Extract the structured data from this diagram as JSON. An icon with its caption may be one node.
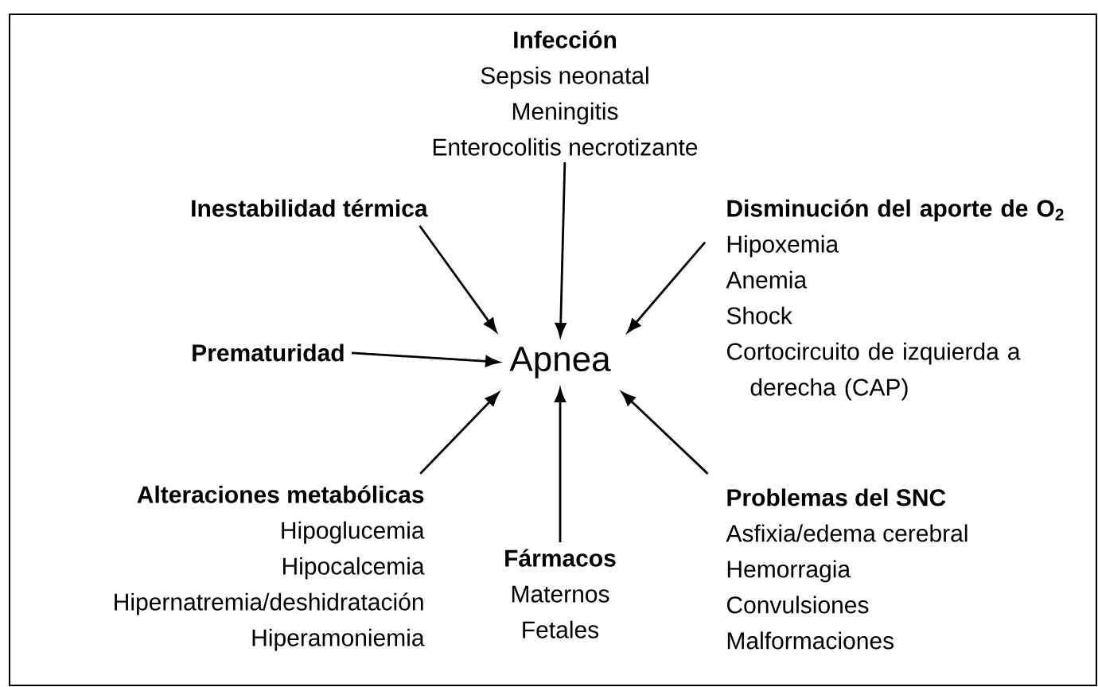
{
  "diagram": {
    "nodes": [
      {
        "text": [
          "Infección",
          "Sepsis neonatal",
          "Meningitis",
          "Enterocolitis necrotizante"
        ]
      },
      {
        "text": [
          "Inestabilidad térmica"
        ]
      },
      {
        "text": [
          "Disminución del aporte de O$_{2}$",
          "Hipoxemia",
          "Anemia",
          "Shock",
          "Cortocircuito de izquierda a derecha (CAP)"
        ]
      },
      {
        "text": [
          "Prematuridad"
        ]
      },
      {
        "text": [
          "Apnea"
        ]
      },
      {
        "text": [
          "Alteraciones metabólicas",
          "Hipoglucemia",
          "Hipocalcemia",
          "Hipernatremia/deshidratación",
          "Hiperamoniemia"
        ]
      },
      {
        "text": [
          "Fármacos",
          "Maternos",
          "Fetales"
        ]
      },
      {
        "text": [
          "Problemas del SNC",
          "Asfixia/edema cerebral",
          "Hemorragia",
          "Convulsiones",
          "Malformaciones"
        ]
      }
    ],
    "edges": [
      {
        "from": 0,
        "to": 4,
        "arrow": "to"
      },
      {
        "from": 1,
        "to": 4,
        "arrow": "to"
      },
      {
        "from": 2,
        "to": 4,
        "arrow": "to"
      },
      {
        "from": 3,
        "to": 4,
        "arrow": "to"
      },
      {
        "from": 5,
        "to": 4,
        "arrow": "to"
      },
      {
        "from": 6,
        "to": 4,
        "arrow": "to"
      },
      {
        "from": 7,
        "to": 4,
        "arrow": "to"
      }
    ]
  }
}
